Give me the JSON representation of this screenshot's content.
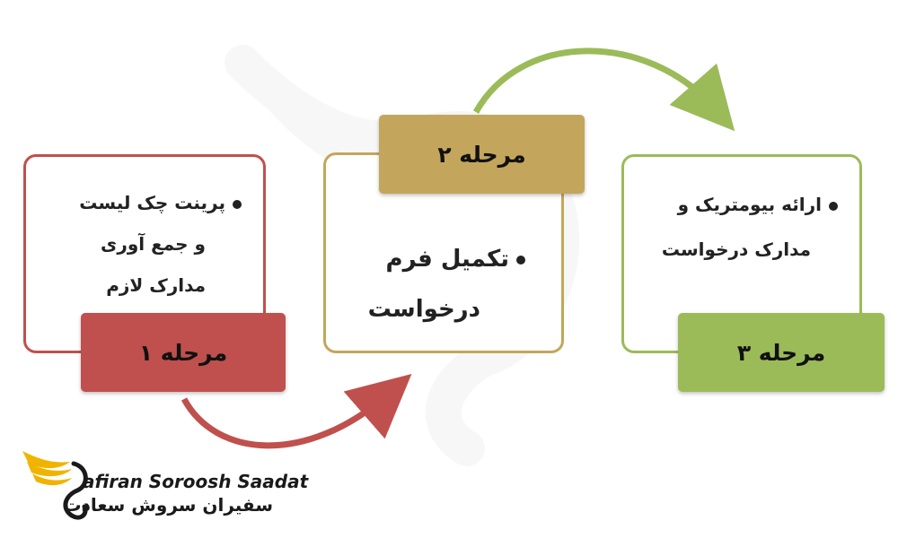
{
  "steps": [
    {
      "label": "مرحله ۱",
      "lines": [
        "پرینت چک لیست",
        "و جمع آوری",
        "مدارک لازم"
      ],
      "color": "#c0504d"
    },
    {
      "label": "مرحله ۲",
      "lines": [
        "تکمیل فرم",
        "درخواست"
      ],
      "color": "#c3a65b"
    },
    {
      "label": "مرحله ۳",
      "lines": [
        "ارائه بیومتریک و",
        "مدارک درخواست"
      ],
      "color": "#9bbb59"
    }
  ],
  "logo": {
    "latin": "afiran Soroosh Saadat",
    "persian": "سفیران سروش سعادت",
    "colors": {
      "gold": "#f0b400",
      "dark": "#1a1a1a"
    }
  }
}
